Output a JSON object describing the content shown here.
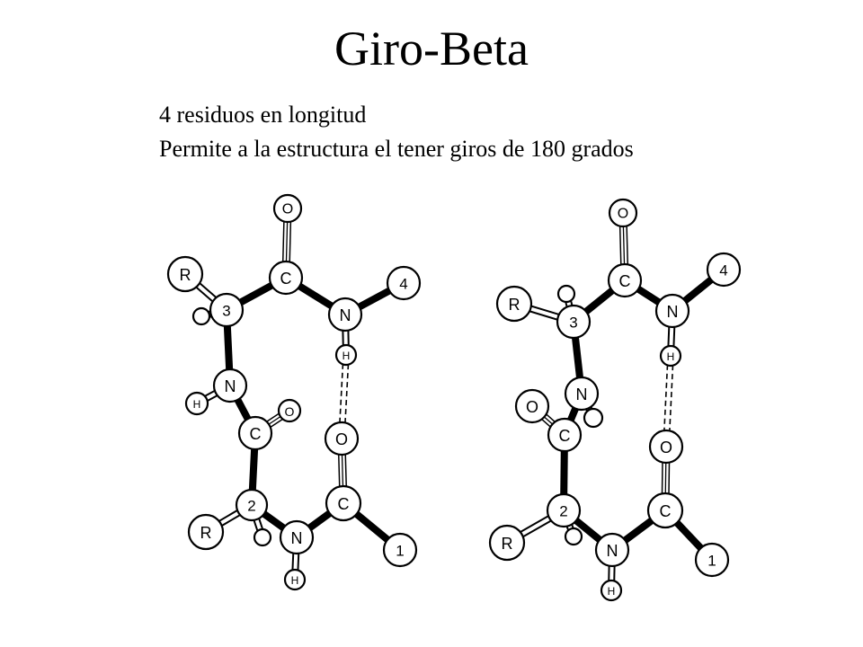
{
  "title": "Giro-Beta",
  "subtitle_lines": [
    "4 residuos en longitud",
    "Permite a la estructura el tener giros de 180 grados"
  ],
  "atom_labels": {
    "O": "O",
    "C": "C",
    "N": "N",
    "H": "H",
    "R": "R",
    "one": "1",
    "two": "2",
    "three": "3",
    "four": "4"
  }
}
